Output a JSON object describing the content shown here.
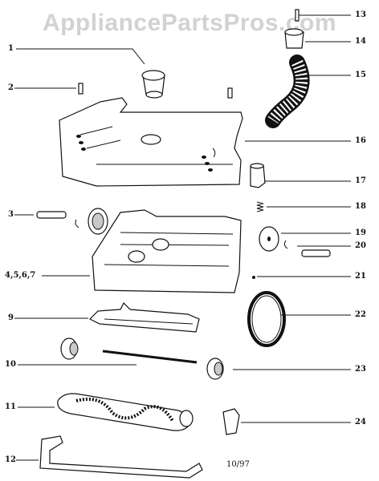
{
  "watermark": "AppliancePartsPros.com",
  "date_code": "10/97",
  "callouts": [
    {
      "id": "1",
      "label": "1"
    },
    {
      "id": "2",
      "label": "2"
    },
    {
      "id": "3",
      "label": "3"
    },
    {
      "id": "4",
      "label": "4,5,6,7"
    },
    {
      "id": "9",
      "label": "9"
    },
    {
      "id": "10",
      "label": "10"
    },
    {
      "id": "11",
      "label": "11"
    },
    {
      "id": "12",
      "label": "12"
    },
    {
      "id": "13",
      "label": "13"
    },
    {
      "id": "14",
      "label": "14"
    },
    {
      "id": "15",
      "label": "15"
    },
    {
      "id": "16",
      "label": "16"
    },
    {
      "id": "17",
      "label": "17"
    },
    {
      "id": "18",
      "label": "18"
    },
    {
      "id": "19",
      "label": "19"
    },
    {
      "id": "20",
      "label": "20"
    },
    {
      "id": "21",
      "label": "21"
    },
    {
      "id": "22",
      "label": "22"
    },
    {
      "id": "23",
      "label": "23"
    },
    {
      "id": "24",
      "label": "24"
    }
  ]
}
